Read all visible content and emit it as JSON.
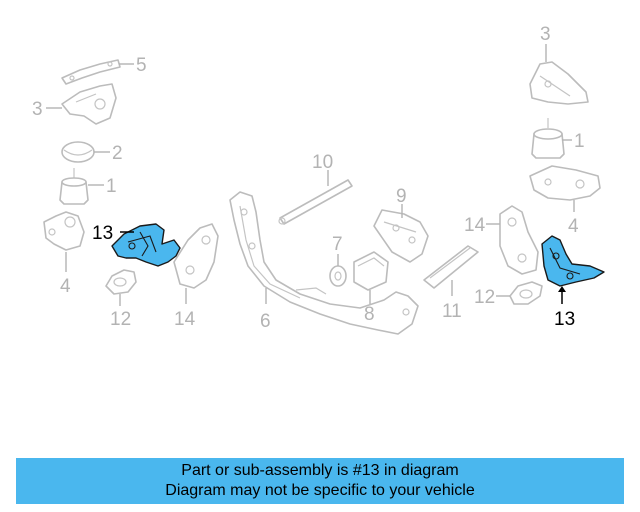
{
  "callouts": {
    "c5": "5",
    "c3_left": "3",
    "c2": "2",
    "c1_left": "1",
    "c13_left": "13",
    "c4_left": "4",
    "c12_left": "12",
    "c14_left": "14",
    "c6": "6",
    "c10": "10",
    "c7": "7",
    "c8": "8",
    "c9": "9",
    "c11": "11",
    "c3_right": "3",
    "c1_right": "1",
    "c4_right": "4",
    "c14_right": "14",
    "c12_right": "12",
    "c13_right": "13"
  },
  "banner": {
    "line1": "Part or sub-assembly is #13 in diagram",
    "line2": "Diagram may not be specific to your vehicle"
  },
  "colors": {
    "highlight": "#4ab7ee",
    "part_outline": "#bcbcbc",
    "callout_gray": "#b3b3b3"
  }
}
